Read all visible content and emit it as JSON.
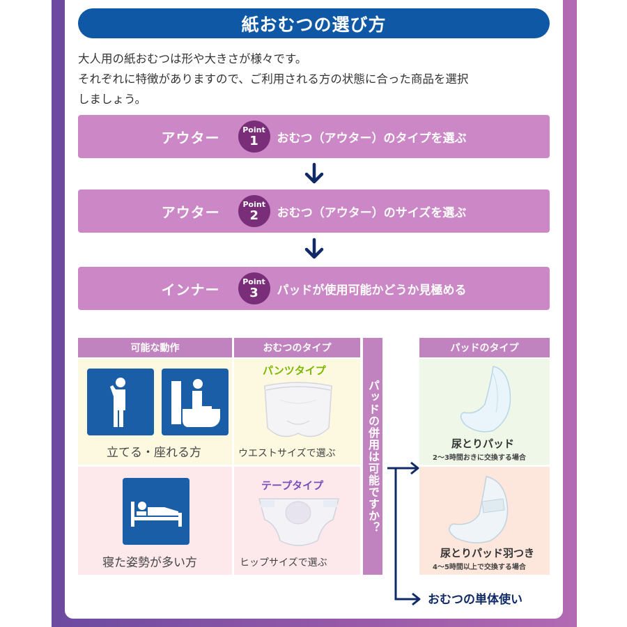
{
  "header": {
    "title": "紙おむつの選び方"
  },
  "intro": {
    "line1": "大人用の紙おむつは形や大きさが様々です。",
    "line2": "それぞれに特徴がありますので、ご利用される方の状態に合った商品を選択",
    "line3": "しましょう。"
  },
  "steps": [
    {
      "kind": "アウター",
      "point_label": "Point",
      "number": "1",
      "desc": "おむつ（アウター）のタイプを選ぶ"
    },
    {
      "kind": "アウター",
      "point_label": "Point",
      "number": "2",
      "desc": "おむつ（アウター）のサイズを選ぶ"
    },
    {
      "kind": "インナー",
      "point_label": "Point",
      "number": "3",
      "desc": "パッドが使用可能かどうか見極める"
    }
  ],
  "table": {
    "col_action": "可能な動作",
    "col_diaper": "おむつのタイプ",
    "col_pad_question": "パッドの併用は可能ですか？",
    "col_pad": "パッドのタイプ",
    "rows": [
      {
        "action": "立てる・座れる方",
        "diaper_type": "パンツタイプ",
        "diaper_size": "ウエストサイズで選ぶ"
      },
      {
        "action": "寝た姿勢が多い方",
        "diaper_type": "テープタイプ",
        "diaper_size": "ヒップサイズで選ぶ"
      }
    ],
    "pads": [
      {
        "name": "尿とりパッド",
        "note": "2〜3時間おきに交換する場合"
      },
      {
        "name": "尿とりパッド羽つき",
        "note": "4〜5時間以上で交換する場合"
      }
    ],
    "single_use": "おむつの単体使い"
  },
  "icons": {
    "standing": "standing-person-icon",
    "sitting": "sitting-toilet-icon",
    "lying": "lying-in-bed-icon",
    "arrow": "arrow-down-icon"
  },
  "colors": {
    "header": "#0e58a6",
    "step_bar": "#cc88c6",
    "badge": "#7a2e7a",
    "table_head": "#c183bf",
    "pants_label": "#7ab800",
    "tape_label": "#7a4fb8",
    "cream": "#fdf8e0",
    "pink": "#fde9ec",
    "mint": "#eef7e8",
    "peach": "#fde6dc",
    "navy": "#0f2a66"
  }
}
